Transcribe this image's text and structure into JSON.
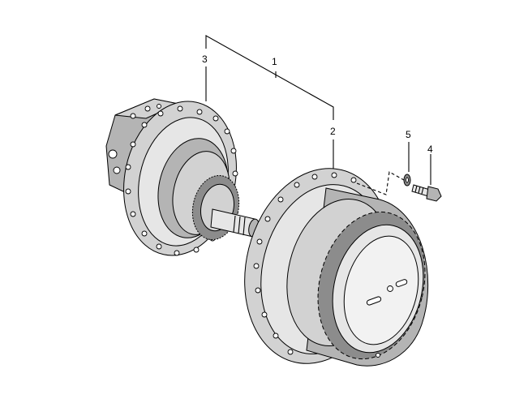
{
  "callouts": [
    {
      "id": "1",
      "label": "1"
    },
    {
      "id": "2",
      "label": "2"
    },
    {
      "id": "3",
      "label": "3"
    },
    {
      "id": "4",
      "label": "4"
    },
    {
      "id": "5",
      "label": "5"
    }
  ],
  "colors": {
    "line": "#000000",
    "shade_dark": "#8c8c8c",
    "shade_mid": "#b4b4b4",
    "shade_light": "#d2d2d2",
    "shade_pale": "#e6e6e6"
  }
}
